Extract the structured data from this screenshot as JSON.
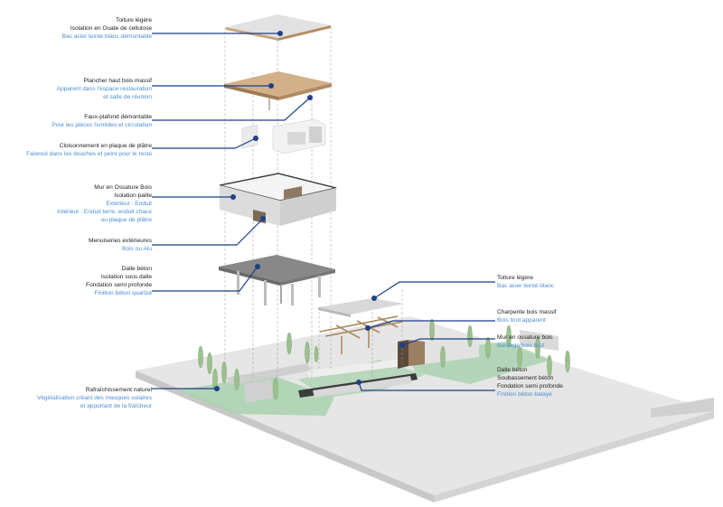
{
  "colors": {
    "leader": "#1f3f86",
    "dark_text": "#1d1d1b",
    "blue_text": "#4b8fd1",
    "grass": "#9cc9a4",
    "wood": "#c9a57b",
    "concrete": "#bdbdbd"
  },
  "labels": {
    "toiture": {
      "l1": "Toiture légère",
      "l2": "Isolation en Ouate de cellulose",
      "l3": "Bac acier teinté blanc démontable"
    },
    "plancher": {
      "l1": "Plancher haut bois massif",
      "l2": "Apparent dans l'espace restauration",
      "l3": "et salle de réunion"
    },
    "faux": {
      "l1": "Faux-plafond démontable",
      "l2": "Pour les pièces humides et circulation"
    },
    "cloison": {
      "l1": "Cloisonnement en plaque de plâtre",
      "l2": "Faïencé dans les douches et peint pour le reste"
    },
    "mur": {
      "l1": "Mur en Ossature Bois",
      "l2": "Isolation paille",
      "l3": "Extérieur : Enduit",
      "l4": "Intérieur : Enduit terre, enduit chaux",
      "l5": "ou plaque de plâtre"
    },
    "menuiseries": {
      "l1": "Menuiseries extérieures",
      "l2": "Bois ou Alu"
    },
    "dalle": {
      "l1": "Dalle béton",
      "l2": "Isolation sous dalle",
      "l3": "Fondation semi profonde",
      "l4": "Finition béton quartzé"
    },
    "rafra": {
      "l1": "Rafraîchissement naturel",
      "l2": "Végétalisation créant des masques solaires",
      "l3": "et apportant de la fraîcheur"
    },
    "toiture2": {
      "l1": "Toiture légère",
      "l2": "Bac acier teinté blanc"
    },
    "charpente": {
      "l1": "Charpente bois massif",
      "l2": "Bois brut apparent"
    },
    "mur2": {
      "l1": "Mur en ossature bois",
      "l2": "Bardage bois brut"
    },
    "dalle2": {
      "l1": "Dalle béton",
      "l2": "Soubassement béton",
      "l3": "Fondation semi profonde",
      "l4": "Finition béton balayé"
    }
  }
}
